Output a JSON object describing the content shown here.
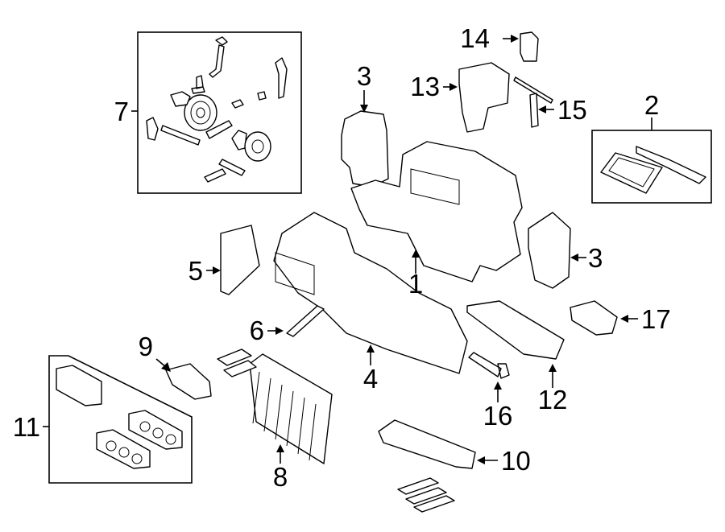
{
  "callouts": {
    "c1": "1",
    "c2": "2",
    "c3a": "3",
    "c3b": "3",
    "c4": "4",
    "c5": "5",
    "c6": "6",
    "c7": "7",
    "c8": "8",
    "c9": "9",
    "c10": "10",
    "c11": "11",
    "c12": "12",
    "c13": "13",
    "c14": "14",
    "c15": "15",
    "c16": "16",
    "c17": "17"
  }
}
